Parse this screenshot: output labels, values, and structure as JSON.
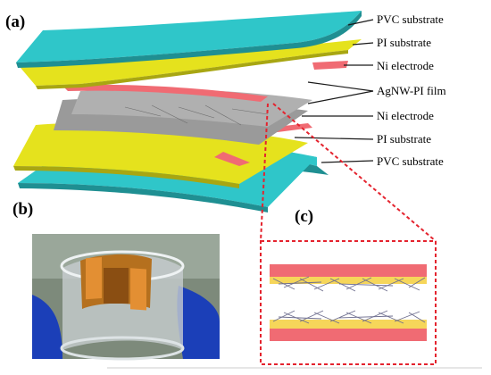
{
  "panels": {
    "a": "(a)",
    "b": "(b)",
    "c": "(c)"
  },
  "layer_labels": [
    "PVC substrate",
    "PI substrate",
    "Ni electrode",
    "AgNW-PI film",
    "Ni electrode",
    "PI substrate",
    "PVC substrate"
  ],
  "colors": {
    "pvc": "#2fc6c9",
    "pvc_edge": "#1f8f92",
    "pi": "#e5e21d",
    "pi_edge": "#a8a612",
    "ni": "#f06b73",
    "agnw": "#9a9a9a",
    "callout": "#e4232e",
    "nanowire": "#6f6f8f"
  },
  "icons": {
    "photo": "flexible-sensor-photo"
  }
}
